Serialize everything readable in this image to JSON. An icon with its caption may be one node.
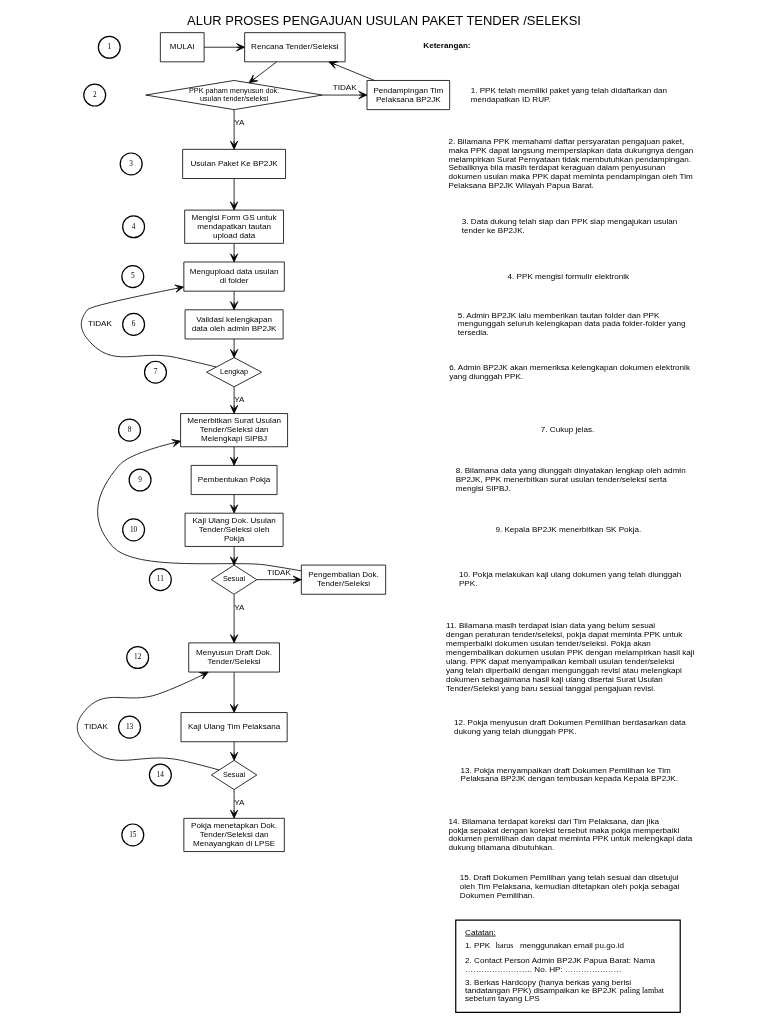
{
  "diagram": {
    "title": "ALUR PROSES PENGAJUAN USULAN PAKET TENDER /SELEKSI",
    "nodes": [
      {
        "text": [
          "1"
        ]
      },
      {
        "text": [
          "MULAI"
        ]
      },
      {
        "text": [
          "Rencana Tender/Seleksi"
        ]
      },
      {
        "text": [
          "2"
        ]
      },
      {
        "text": [
          "PPK paham menyusun dok. usulan tender/seleksi"
        ]
      },
      {
        "text": [
          "Pendampingan Tim Pelaksana BP2JK"
        ]
      },
      {
        "text": [
          "3"
        ]
      },
      {
        "text": [
          "Usulan Paket Ke BP2JK"
        ]
      },
      {
        "text": [
          "4"
        ]
      },
      {
        "text": [
          "Mengisi Form GS untuk mendapatkan tautan upload data"
        ]
      },
      {
        "text": [
          "5"
        ]
      },
      {
        "text": [
          "Mengupload data usulan di folder"
        ]
      },
      {
        "text": [
          "6"
        ]
      },
      {
        "text": [
          "Validasi kelengkapan data oleh admin BP2JK"
        ]
      },
      {
        "text": [
          "7"
        ]
      },
      {
        "text": [
          "Lengkap"
        ]
      },
      {
        "text": [
          "8"
        ]
      },
      {
        "text": [
          "Menerbitkan Surat Usulan Tender/Seleksi dan Melengkapi SIPBJ"
        ]
      },
      {
        "text": [
          "9"
        ]
      },
      {
        "text": [
          "Pembentukan Pokja"
        ]
      },
      {
        "text": [
          "10"
        ]
      },
      {
        "text": [
          "Kaji Ulang Dok. Usulan Tender/Seleksi oleh Pokja"
        ]
      },
      {
        "text": [
          "11"
        ]
      },
      {
        "text": [
          "Sesuai"
        ]
      },
      {
        "text": [
          "Pengembalian Dok. Tender/Seleksi"
        ]
      },
      {
        "text": [
          "12"
        ]
      },
      {
        "text": [
          "Menyusun Draft Dok. Tender/Seleksi"
        ]
      },
      {
        "text": [
          "13"
        ]
      },
      {
        "text": [
          "Kaji Ulang Tim Pelaksana"
        ]
      },
      {
        "text": [
          "14"
        ]
      },
      {
        "text": [
          "Sesuai"
        ]
      },
      {
        "text": [
          "15"
        ]
      },
      {
        "text": [
          "Pokja menetapkan Dok. Tender/Seleksi dan Menayangkan di LPSE"
        ]
      },
      {
        "text": [
          "Catatan:",
          "1. PPK **harus** menggunakan email pu.go.id",
          "2. Contact Person Admin BP2JK Papua Barat: Nama ……………………. No. HP: …………………",
          "3. Berkas Hardcopy (hanya berkas yang berisi tandatangan PPK) disampaikan ke BP2JK **paling lambat** sebelum tayang LPS"
        ]
      }
    ],
    "edges": [
      {
        "from": 1,
        "to": 2,
        "arrow": "to"
      },
      {
        "from": 2,
        "to": 4,
        "arrow": "to"
      },
      {
        "from": 4,
        "to": 5,
        "arrow": "to",
        "label": "TIDAK"
      },
      {
        "from": 5,
        "to": 2,
        "arrow": "to"
      },
      {
        "from": 4,
        "to": 7,
        "arrow": "to",
        "label": "YA"
      },
      {
        "from": 7,
        "to": 9,
        "arrow": "to"
      },
      {
        "from": 9,
        "to": 11,
        "arrow": "to"
      },
      {
        "from": 11,
        "to": 13,
        "arrow": "to"
      },
      {
        "from": 13,
        "to": 15,
        "arrow": "to"
      },
      {
        "from": 15,
        "to": 11,
        "arrow": "to",
        "label": "TIDAK"
      },
      {
        "from": 15,
        "to": 17,
        "arrow": "to",
        "label": "YA"
      },
      {
        "from": 17,
        "to": 19,
        "arrow": "to"
      },
      {
        "from": 19,
        "to": 21,
        "arrow": "to"
      },
      {
        "from": 21,
        "to": 23,
        "arrow": "to"
      },
      {
        "from": 23,
        "to": 24,
        "arrow": "to",
        "label": "TIDAK"
      },
      {
        "from": 24,
        "to": 17,
        "arrow": "to"
      },
      {
        "from": 23,
        "to": 26,
        "arrow": "to",
        "label": "YA"
      },
      {
        "from": 26,
        "to": 28,
        "arrow": "to"
      },
      {
        "from": 28,
        "to": 30,
        "arrow": "to"
      },
      {
        "from": 30,
        "to": 26,
        "arrow": "to",
        "label": "TIDAK"
      },
      {
        "from": 30,
        "to": 32,
        "arrow": "to",
        "label": "YA"
      }
    ],
    "labels": [
      "Keterangan:",
      "1. PPK telah memiliki paket yang telah didaftarkan dan mendapatkan ID RUP.",
      "2. Bilamana PPK memahami daftar persyaratan pengajuan paket, maka PPK dapat langsung mempersiapkan data dukungnya dengan melampirkan Surat Pernyataan tidak membutuhkan pendampingan. Sebaliknya bila masih terdapat keraguan dalam penyusunan dokumen usulan maka PPK dapat meminta pendampingan oleh Tim Pelaksana BP2JK Wilayah Papua Barat.",
      "3. Data dukung telah siap dan PPK siap mengajukan usulan tender ke BP2JK.",
      "4. PPK mengisi formulir elektronik",
      "5. Admin BP2JK lalu memberikan tautan folder dan PPK mengunggah seluruh kelengkapan data pada folder-folder yang tersedia.",
      "6. Admin BP2JK akan memeriksa kelengkapan dokumen elektronik yang diunggah PPK.",
      "7. Cukup jelas.",
      "8. Bilamana data yang diunggah dinyatakan lengkap oleh admin BP2JK, PPK menerbitkan surat usulan tender/seleksi serta mengisi SIPBJ.",
      "9. Kepala BP2JK menerbitkan SK Pokja.",
      "10. Pokja melakukan kaji ulang dokumen yang telah diunggah PPK.",
      "11. Bilamana masih terdapat isian data yang belum sesuai dengan peraturan tender/seleksi, pokja dapat meminta PPK untuk memperbaiki dokumen usulan tender/seleksi. Pokja akan mengembalikan dokumen usulan PPK dengan melampirkan hasil kaji ulang. PPK dapat menyampaikan kembali usulan tender/seleksi yang telah diperbaiki dengan mengunggah revisi atau melengkapi dokumen sebagaimana hasil kaji ulang disertai Surat Usulan Tender/Seleksi yang baru sesuai tanggal pengajuan revisi.",
      "12. Pokja menyusun draft Dokumen Pemilihan berdasarkan data dukung yang telah diunggah PPK.",
      "13. Pokja menyampaikan draft Dokumen Pemilihan ke Tim Pelaksana BP2JK dengan tembusan kepada Kepala BP2JK.",
      "14. Bilamana terdapat koreksi dari Tim Pelaksana, dan jika pokja sepakat dengan koreksi tersebut maka pokja memperbaiki dokumen pemilihan dan dapat meminta PPK untuk melengkapi data dukung bilamana dibutuhkan.",
      "15. Draft Dokumen Pemilihan yang telah sesuai dan disetujui oleh Tim Pelaksana, kemudian ditetapkan oleh pokja sebagai Dokumen Pemilihan."
    ]
  }
}
